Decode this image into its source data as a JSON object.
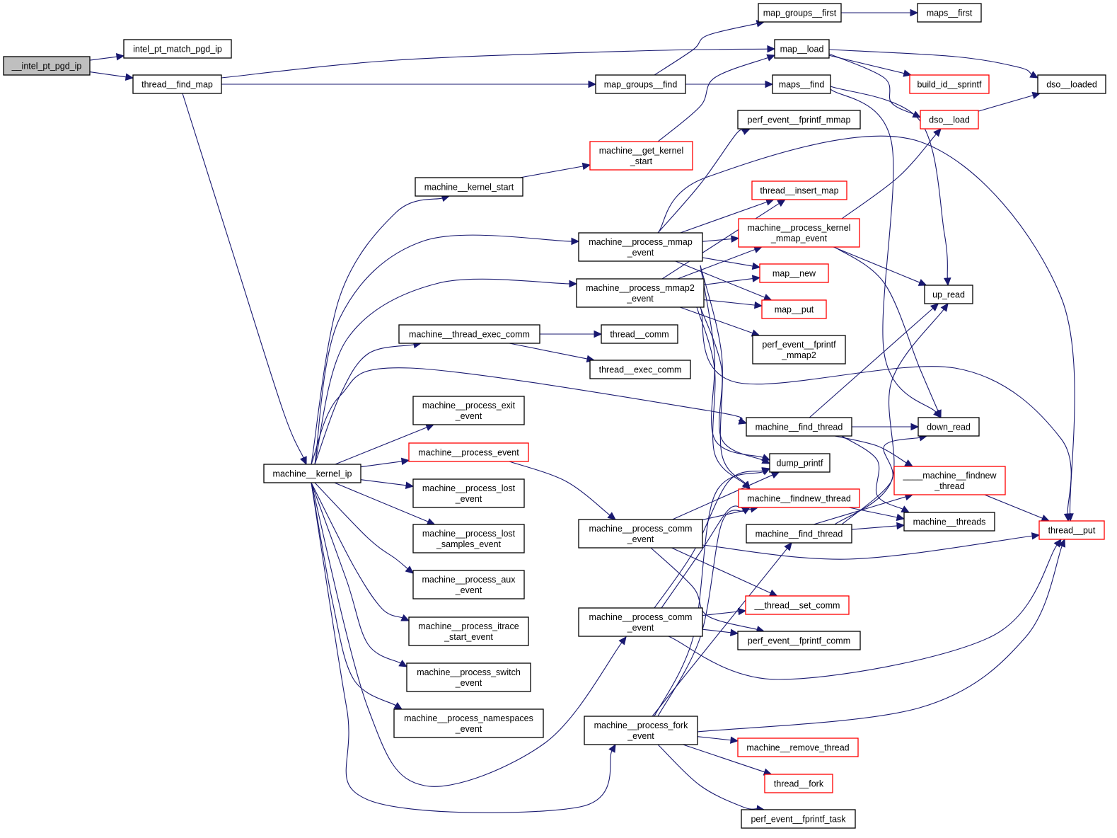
{
  "title": "Call graph for __intel_pt_pgd_ip",
  "colors": {
    "edge": "#191970",
    "root_fill": "#bfbfbf",
    "node_fill": "#ffffff",
    "node_border": "#000000",
    "truncated_border": "#ff0000"
  },
  "nodes": [
    {
      "id": "n0",
      "lines": [
        "__intel_pt_pgd_ip"
      ],
      "kind": "root"
    },
    {
      "id": "n1",
      "lines": [
        "intel_pt_match_pgd_ip"
      ],
      "kind": "normal"
    },
    {
      "id": "n2",
      "lines": [
        "thread__find_map"
      ],
      "kind": "normal"
    },
    {
      "id": "n3",
      "lines": [
        "map_groups__first"
      ],
      "kind": "normal"
    },
    {
      "id": "n4",
      "lines": [
        "maps__first"
      ],
      "kind": "normal"
    },
    {
      "id": "n5",
      "lines": [
        "map__load"
      ],
      "kind": "normal"
    },
    {
      "id": "n6",
      "lines": [
        "map_groups__find"
      ],
      "kind": "normal"
    },
    {
      "id": "n7",
      "lines": [
        "maps__find"
      ],
      "kind": "normal"
    },
    {
      "id": "n8",
      "lines": [
        "build_id__sprintf"
      ],
      "kind": "truncated"
    },
    {
      "id": "n9",
      "lines": [
        "dso__loaded"
      ],
      "kind": "normal"
    },
    {
      "id": "n10",
      "lines": [
        "dso__load"
      ],
      "kind": "truncated"
    },
    {
      "id": "n11",
      "lines": [
        "perf_event__fprintf_mmap"
      ],
      "kind": "normal"
    },
    {
      "id": "n12",
      "lines": [
        "machine__get_kernel",
        "_start"
      ],
      "kind": "truncated"
    },
    {
      "id": "n13",
      "lines": [
        "machine__kernel_start"
      ],
      "kind": "normal"
    },
    {
      "id": "n14",
      "lines": [
        "thread__insert_map"
      ],
      "kind": "truncated"
    },
    {
      "id": "n15",
      "lines": [
        "machine__process_mmap",
        "_event"
      ],
      "kind": "normal"
    },
    {
      "id": "n16",
      "lines": [
        "machine__process_kernel",
        "_mmap_event"
      ],
      "kind": "truncated"
    },
    {
      "id": "n17",
      "lines": [
        "map__new"
      ],
      "kind": "truncated"
    },
    {
      "id": "n18",
      "lines": [
        "machine__process_mmap2",
        "_event"
      ],
      "kind": "normal"
    },
    {
      "id": "n19",
      "lines": [
        "up_read"
      ],
      "kind": "normal"
    },
    {
      "id": "n20",
      "lines": [
        "map__put"
      ],
      "kind": "truncated"
    },
    {
      "id": "n21",
      "lines": [
        "machine__thread_exec_comm"
      ],
      "kind": "normal"
    },
    {
      "id": "n22",
      "lines": [
        "thread__comm"
      ],
      "kind": "normal"
    },
    {
      "id": "n23",
      "lines": [
        "perf_event__fprintf",
        "_mmap2"
      ],
      "kind": "normal"
    },
    {
      "id": "n24",
      "lines": [
        "thread__exec_comm"
      ],
      "kind": "normal"
    },
    {
      "id": "n25",
      "lines": [
        "machine__process_exit",
        "_event"
      ],
      "kind": "normal"
    },
    {
      "id": "n26",
      "lines": [
        "machine__find_thread"
      ],
      "kind": "normal"
    },
    {
      "id": "n27",
      "lines": [
        "down_read"
      ],
      "kind": "normal"
    },
    {
      "id": "n28",
      "lines": [
        "machine__process_event"
      ],
      "kind": "truncated"
    },
    {
      "id": "n29",
      "lines": [
        "dump_printf"
      ],
      "kind": "normal"
    },
    {
      "id": "n30",
      "lines": [
        "machine__kernel_ip"
      ],
      "kind": "normal"
    },
    {
      "id": "n31",
      "lines": [
        "____machine__findnew",
        "_thread"
      ],
      "kind": "truncated"
    },
    {
      "id": "n32",
      "lines": [
        "machine__process_lost",
        "_event"
      ],
      "kind": "normal"
    },
    {
      "id": "n33",
      "lines": [
        "machine__findnew_thread"
      ],
      "kind": "truncated"
    },
    {
      "id": "n34",
      "lines": [
        "machine__process_comm",
        "_event"
      ],
      "kind": "normal"
    },
    {
      "id": "n35",
      "lines": [
        "machine__threads"
      ],
      "kind": "normal"
    },
    {
      "id": "n36",
      "lines": [
        "machine__find_thread"
      ],
      "kind": "normal"
    },
    {
      "id": "n37",
      "lines": [
        "thread__put"
      ],
      "kind": "truncated"
    },
    {
      "id": "n38",
      "lines": [
        "machine__process_lost",
        "_samples_event"
      ],
      "kind": "normal"
    },
    {
      "id": "n39",
      "lines": [
        "machine__process_aux",
        "_event"
      ],
      "kind": "normal"
    },
    {
      "id": "n40",
      "lines": [
        "__thread__set_comm"
      ],
      "kind": "truncated"
    },
    {
      "id": "n41",
      "lines": [
        "machine__process_comm",
        "_event"
      ],
      "kind": "normal"
    },
    {
      "id": "n42",
      "lines": [
        "machine__process_itrace",
        "_start_event"
      ],
      "kind": "normal"
    },
    {
      "id": "n43",
      "lines": [
        "perf_event__fprintf_comm"
      ],
      "kind": "normal"
    },
    {
      "id": "n44",
      "lines": [
        "machine__process_switch",
        "_event"
      ],
      "kind": "normal"
    },
    {
      "id": "n45",
      "lines": [
        "machine__process_namespaces",
        "_event"
      ],
      "kind": "normal"
    },
    {
      "id": "n46",
      "lines": [
        "machine__process_fork",
        "_event"
      ],
      "kind": "normal"
    },
    {
      "id": "n47",
      "lines": [
        "machine__remove_thread"
      ],
      "kind": "truncated"
    },
    {
      "id": "n48",
      "lines": [
        "thread__fork"
      ],
      "kind": "truncated"
    },
    {
      "id": "n49",
      "lines": [
        "perf_event__fprintf_task"
      ],
      "kind": "normal"
    }
  ],
  "edges": [
    [
      "n0",
      "n1"
    ],
    [
      "n0",
      "n2"
    ],
    [
      "n2",
      "n5"
    ],
    [
      "n2",
      "n6"
    ],
    [
      "n2",
      "n30"
    ],
    [
      "n3",
      "n4"
    ],
    [
      "n5",
      "n8"
    ],
    [
      "n5",
      "n9"
    ],
    [
      "n5",
      "n10"
    ],
    [
      "n6",
      "n3"
    ],
    [
      "n6",
      "n7"
    ],
    [
      "n7",
      "n19"
    ],
    [
      "n7",
      "n27"
    ],
    [
      "n10",
      "n9"
    ],
    [
      "n12",
      "n5"
    ],
    [
      "n13",
      "n12"
    ],
    [
      "n15",
      "n11"
    ],
    [
      "n15",
      "n14"
    ],
    [
      "n15",
      "n16"
    ],
    [
      "n15",
      "n17"
    ],
    [
      "n15",
      "n20"
    ],
    [
      "n15",
      "n29"
    ],
    [
      "n15",
      "n33"
    ],
    [
      "n15",
      "n37"
    ],
    [
      "n16",
      "n10"
    ],
    [
      "n16",
      "n19"
    ],
    [
      "n16",
      "n27"
    ],
    [
      "n18",
      "n14"
    ],
    [
      "n18",
      "n16"
    ],
    [
      "n18",
      "n17"
    ],
    [
      "n18",
      "n20"
    ],
    [
      "n18",
      "n23"
    ],
    [
      "n18",
      "n29"
    ],
    [
      "n18",
      "n33"
    ],
    [
      "n18",
      "n37"
    ],
    [
      "n21",
      "n22"
    ],
    [
      "n21",
      "n24"
    ],
    [
      "n26",
      "n19"
    ],
    [
      "n26",
      "n27"
    ],
    [
      "n26",
      "n31"
    ],
    [
      "n26",
      "n35"
    ],
    [
      "n28",
      "n34"
    ],
    [
      "n30",
      "n13"
    ],
    [
      "n30",
      "n15"
    ],
    [
      "n30",
      "n18"
    ],
    [
      "n30",
      "n21"
    ],
    [
      "n30",
      "n26"
    ],
    [
      "n30",
      "n25"
    ],
    [
      "n30",
      "n28"
    ],
    [
      "n30",
      "n32"
    ],
    [
      "n30",
      "n38"
    ],
    [
      "n30",
      "n39"
    ],
    [
      "n30",
      "n42"
    ],
    [
      "n30",
      "n44"
    ],
    [
      "n30",
      "n45"
    ],
    [
      "n30",
      "n41"
    ],
    [
      "n30",
      "n46"
    ],
    [
      "n31",
      "n37"
    ],
    [
      "n33",
      "n35"
    ],
    [
      "n34",
      "n29"
    ],
    [
      "n34",
      "n33"
    ],
    [
      "n34",
      "n40"
    ],
    [
      "n34",
      "n43"
    ],
    [
      "n34",
      "n37"
    ],
    [
      "n36",
      "n19"
    ],
    [
      "n36",
      "n27"
    ],
    [
      "n36",
      "n31"
    ],
    [
      "n36",
      "n35"
    ],
    [
      "n41",
      "n29"
    ],
    [
      "n41",
      "n33"
    ],
    [
      "n41",
      "n40"
    ],
    [
      "n41",
      "n43"
    ],
    [
      "n41",
      "n37"
    ],
    [
      "n46",
      "n29"
    ],
    [
      "n46",
      "n33"
    ],
    [
      "n46",
      "n36"
    ],
    [
      "n46",
      "n37"
    ],
    [
      "n46",
      "n47"
    ],
    [
      "n46",
      "n48"
    ],
    [
      "n46",
      "n49"
    ]
  ]
}
